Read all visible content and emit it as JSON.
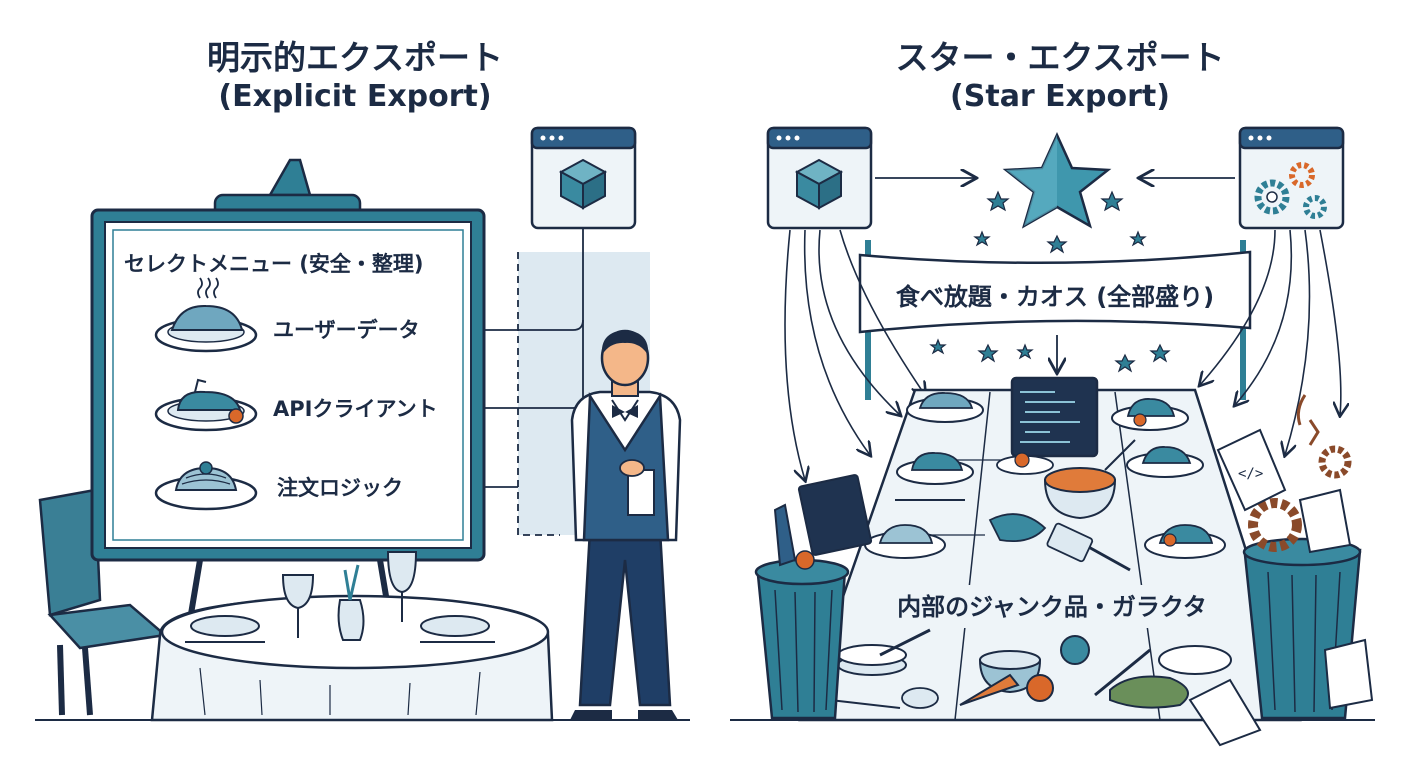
{
  "left": {
    "title_jp": "明示的エクスポート",
    "title_en": "(Explicit Export)",
    "menu_title": "セレクトメニュー (安全・整理)",
    "items": [
      {
        "label": "ユーザーデータ",
        "icon": "rice-dish-icon"
      },
      {
        "label": "APIクライアント",
        "icon": "chicken-dish-icon"
      },
      {
        "label": "注文ロジック",
        "icon": "pasta-dish-icon"
      }
    ]
  },
  "right": {
    "title_jp": "スター・エクスポート",
    "title_en": "(Star Export)",
    "banner": "食べ放題・カオス (全部盛り)",
    "junk_label": "内部のジャンク品・ガラクタ"
  },
  "colors": {
    "navy": "#1c2b44",
    "teal": "#2f7f95",
    "light_blue": "#dde9f1",
    "pale": "#eef4f8"
  }
}
